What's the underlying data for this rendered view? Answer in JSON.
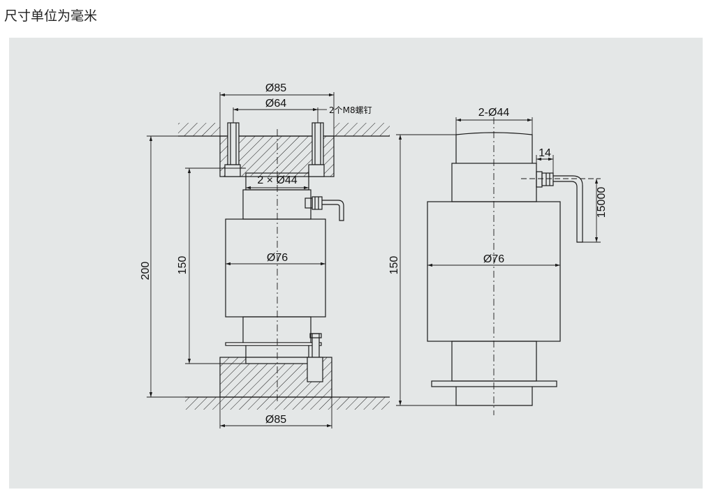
{
  "caption": "尺寸单位为毫米",
  "colors": {
    "panel": "#e4e7e7",
    "line": "#1a1a1a"
  },
  "left_view": {
    "dim_outer_dia": "Ø85",
    "dim_bolt_circle": "Ø64",
    "screw_note": "2个M8螺钉",
    "dim_top_boss": "2 × Ø44",
    "dim_body_dia": "Ø76",
    "dim_total_height": "200",
    "dim_body_height": "150",
    "dim_base_dia": "Ø85"
  },
  "right_view": {
    "dim_boss": "2-Ø44",
    "dim_connector": "14",
    "dim_cable": "15000",
    "dim_body_dia": "Ø76",
    "dim_height": "150"
  }
}
